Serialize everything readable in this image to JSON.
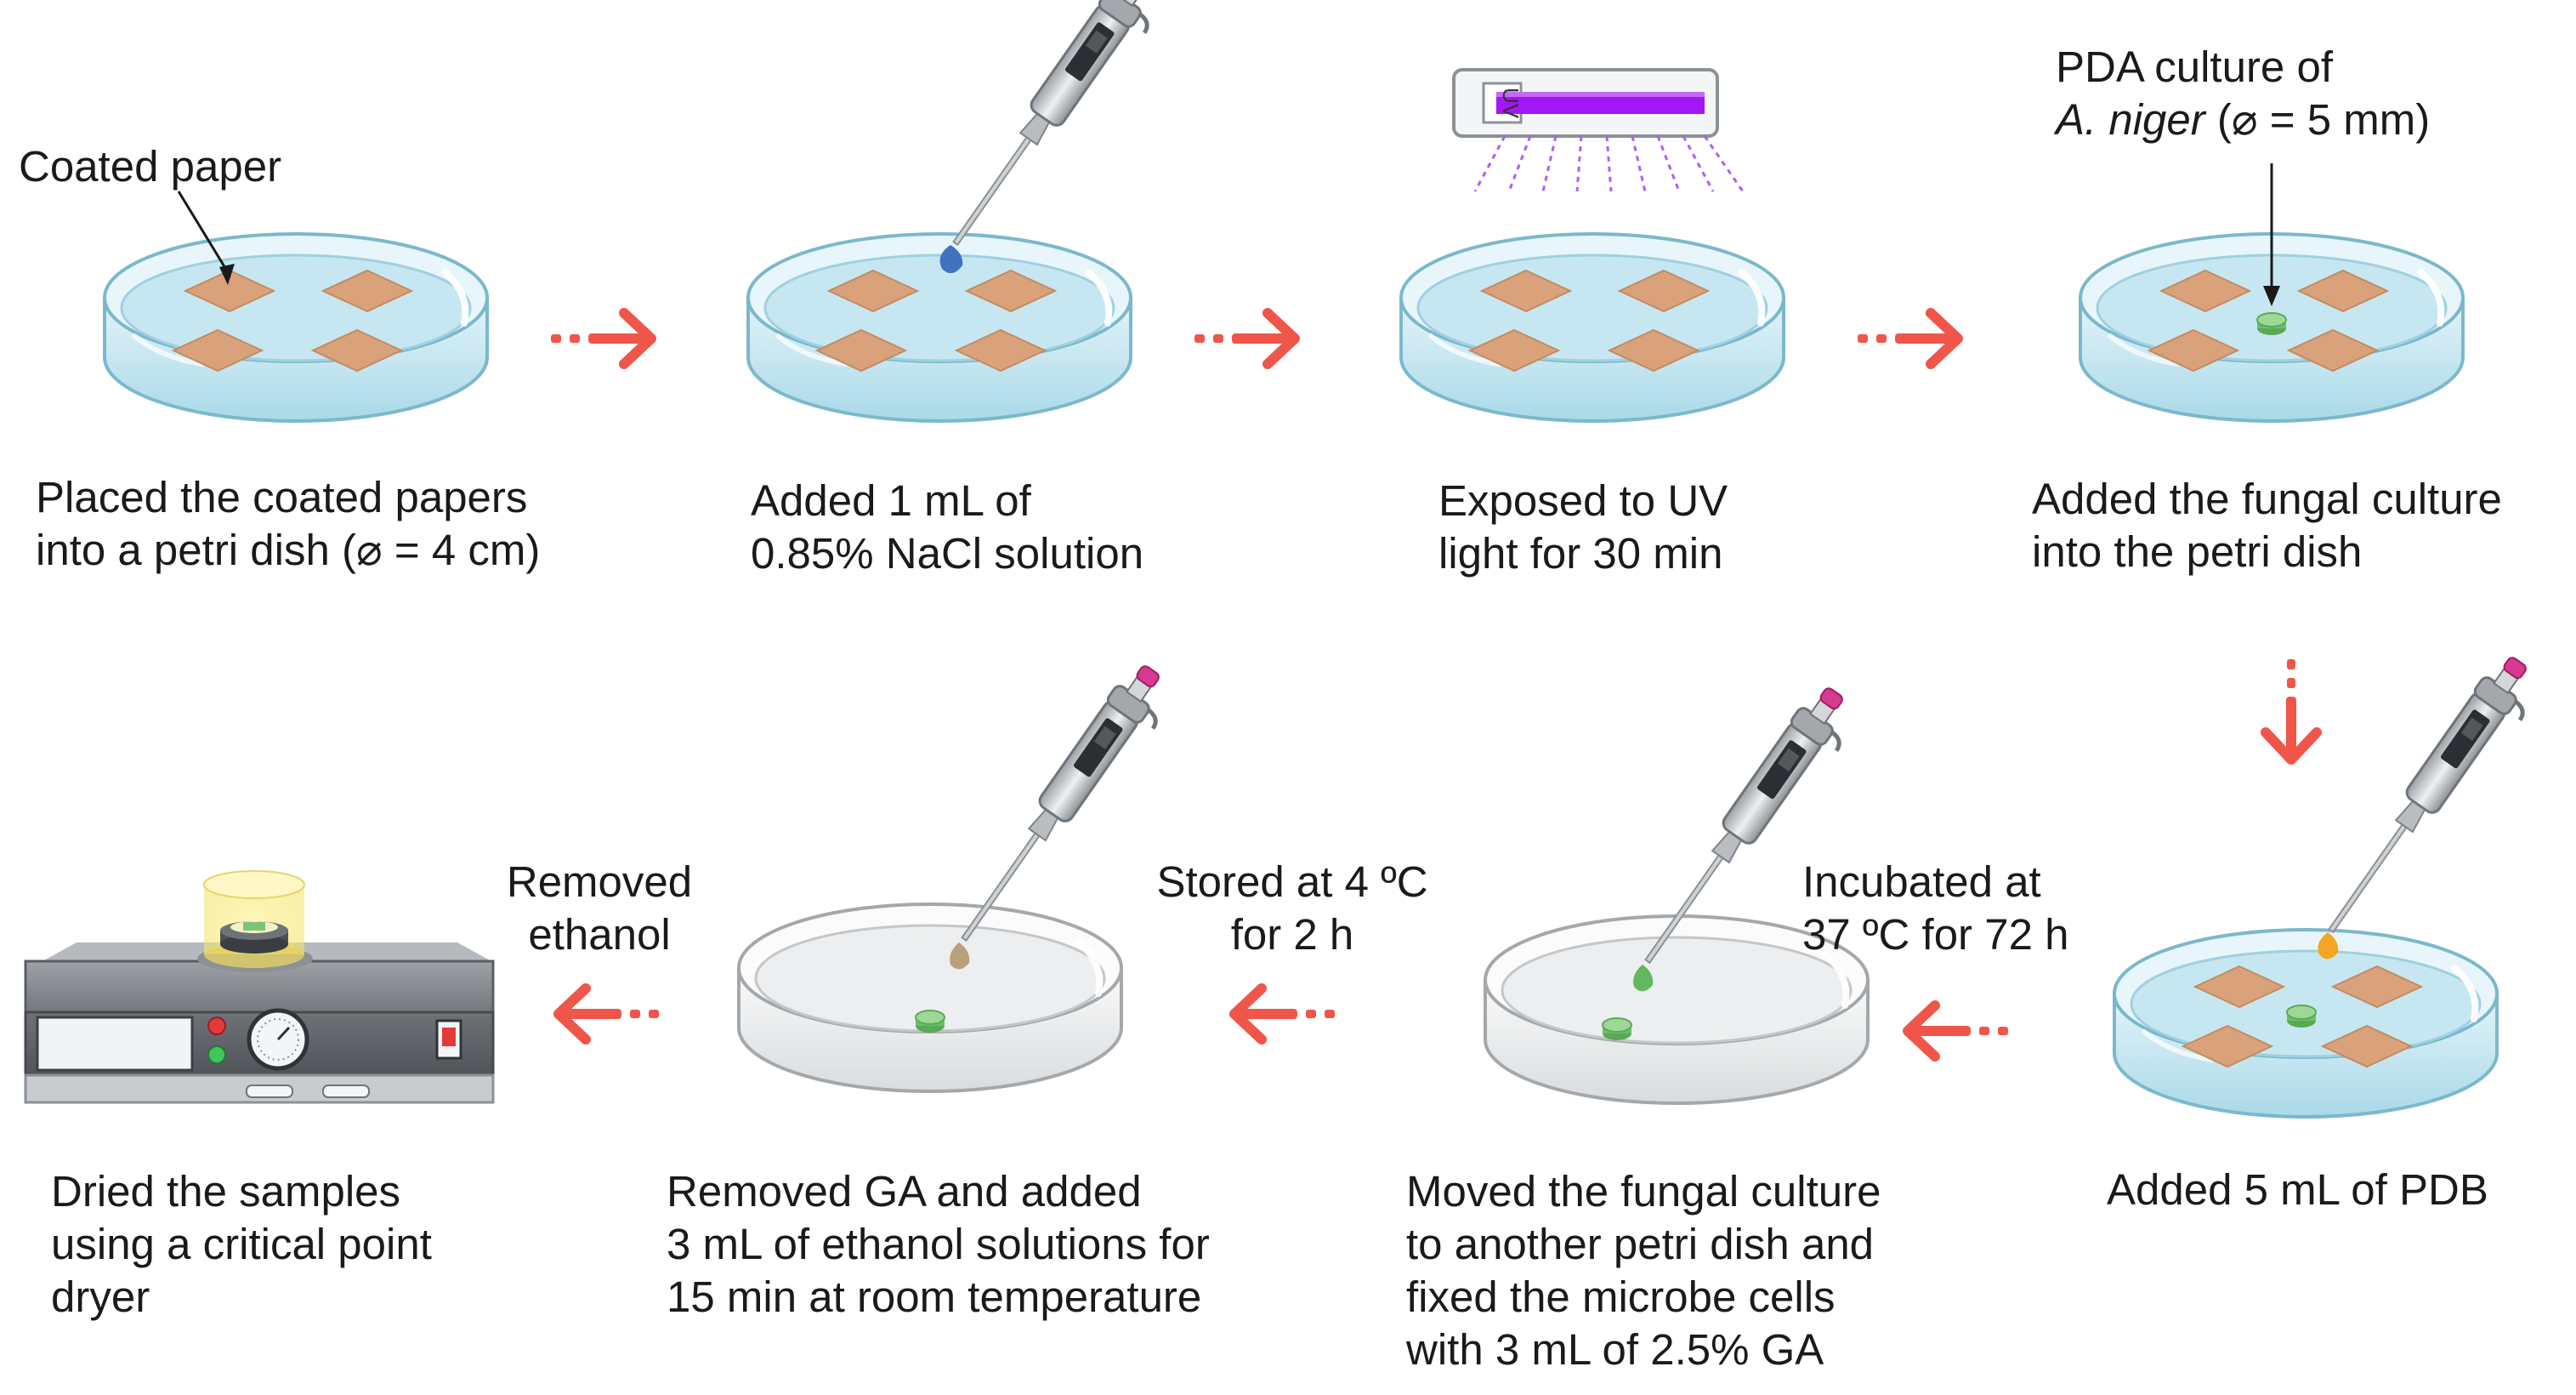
{
  "steps": {
    "s1": {
      "line1": "Placed the coated papers",
      "line2": "into a petri dish (⌀ = 4 cm)"
    },
    "s2": {
      "line1": "Added 1 mL of",
      "line2": "0.85% NaCl solution"
    },
    "s3": {
      "line1": "Exposed to UV",
      "line2": "light for 30 min"
    },
    "s4": {
      "line1": "Added the fungal culture",
      "line2": "into the petri dish"
    },
    "s5": {
      "line1": "Added 5 mL of PDB"
    },
    "s6": {
      "line1": "Moved the fungal culture",
      "line2": "to another petri dish and",
      "line3": "fixed the microbe cells",
      "line4": "with 3 mL of 2.5% GA"
    },
    "s7": {
      "line1": "Removed GA and added",
      "line2": "3 mL of ethanol solutions for",
      "line3": "15 min at room temperature"
    },
    "s8": {
      "line1": "Dried the samples",
      "line2": "using a critical point",
      "line3": "dryer"
    }
  },
  "callouts": {
    "coated_paper": "Coated paper",
    "pda_line1": "PDA culture of",
    "pda_species": "A. niger",
    "pda_size": " (⌀ = 5 mm)",
    "uv_lamp": "UV"
  },
  "transitions": {
    "incubated_line1": "Incubated at",
    "incubated_line2": "37 ºC for 72 h",
    "stored_line1": "Stored at 4 ºC",
    "stored_line2": "for 2 h",
    "removed_line1": "Removed",
    "removed_line2": "ethanol"
  },
  "colors": {
    "arrow": "#f0554a",
    "dish_water": "#bfe3ee",
    "dish_rim": "#d8eef5",
    "paper": "#d9a27a",
    "culture": "#7cc576",
    "uv_light": "#a416f5",
    "pipette_tip_sample_orange": "#f4a521",
    "pipette_tip_sample_blue": "#3f73c0"
  }
}
